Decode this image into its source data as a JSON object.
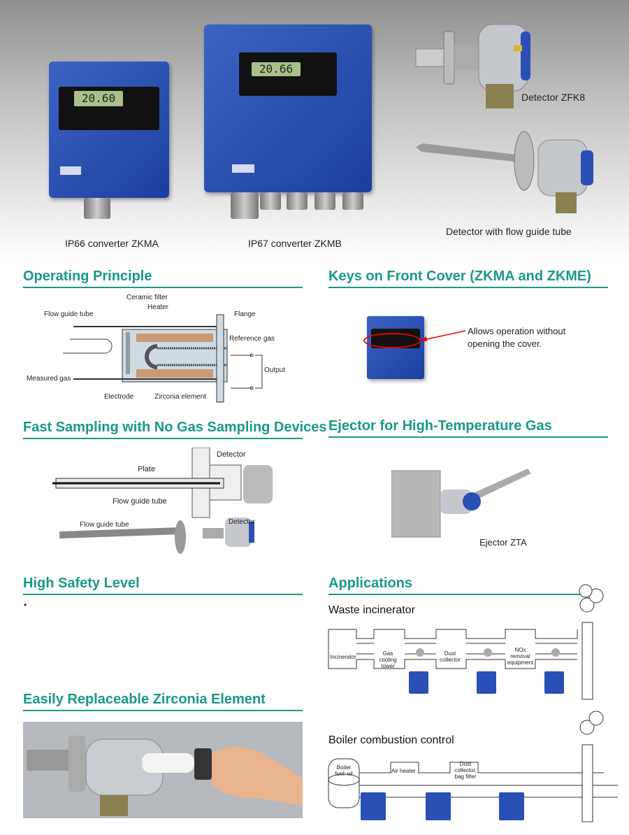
{
  "hero": {
    "converter_a": {
      "caption": "IP66 converter ZKMA",
      "display": "20.60"
    },
    "converter_b": {
      "caption": "IP67 converter ZKMB",
      "display": "20.66"
    },
    "detector": {
      "caption": "Detector ZFK8"
    },
    "detector_tube": {
      "caption": "Detector with flow guide tube"
    }
  },
  "sections": {
    "operating_principle": {
      "title": "Operating Principle",
      "labels": {
        "ceramic_filter": "Ceramic filter",
        "heater": "Heater",
        "flow_guide_tube": "Flow guide tube",
        "flange": "Flange",
        "reference_gas": "Reference gas",
        "output": "Output",
        "measured_gas": "Measured gas",
        "electrode": "Electrode",
        "zirconia_element": "Zirconia element"
      }
    },
    "keys": {
      "title": "Keys on Front Cover (ZKMA and ZKME)",
      "note_line1": "Allows operation without",
      "note_line2": "opening the cover."
    },
    "fast_sampling": {
      "title": "Fast Sampling with No Gas Sampling Devices",
      "labels": {
        "detector": "Detector",
        "plate": "Plate",
        "flow_guide_tube": "Flow guide tube",
        "flow_guide_tube_2": "Flow guide tube",
        "detector_2": "Detector"
      }
    },
    "ejector": {
      "title": "Ejector for High-Temperature Gas",
      "caption": "Ejector ZTA"
    },
    "high_safety": {
      "title": "High Safety Level",
      "bullet": "•"
    },
    "applications": {
      "title": "Applications",
      "waste": {
        "title": "Waste incinerator",
        "stages": [
          "Incinerator",
          "Gas cooling tower",
          "Dust collector",
          "NOx removal equipment"
        ]
      },
      "boiler": {
        "title": "Boiler combustion control",
        "stages": [
          "Boiler fuel: oil",
          "Air heater",
          "Dust collector, bag filter"
        ]
      }
    },
    "replaceable": {
      "title": "Easily Replaceable Zirconia Element"
    }
  },
  "colors": {
    "accent": "#1a9985",
    "converter_blue": "#2a4fb5"
  }
}
